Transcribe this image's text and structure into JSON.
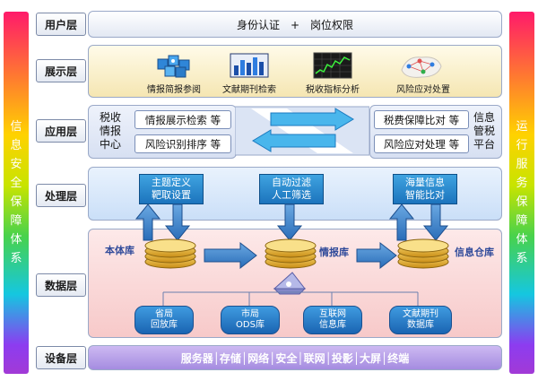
{
  "side_left": [
    "信",
    "息",
    "安",
    "全",
    "保",
    "障",
    "体",
    "系"
  ],
  "side_right": [
    "运",
    "行",
    "服",
    "务",
    "保",
    "障",
    "体",
    "系"
  ],
  "layers": {
    "user": "用户层",
    "display": "展示层",
    "application": "应用层",
    "processing": "处理层",
    "data": "数据层",
    "device": "设备层"
  },
  "user_band": {
    "text": "身份认证　+　岗位权限"
  },
  "display_items": [
    {
      "label": "情报简报参阅",
      "icon": "cubes-icon"
    },
    {
      "label": "文献期刊检索",
      "icon": "bar-chart-icon"
    },
    {
      "label": "税收指标分析",
      "icon": "line-chart-icon"
    },
    {
      "label": "风险应对处置",
      "icon": "network-map-icon"
    }
  ],
  "application": {
    "left_title": [
      "税收",
      "情报",
      "中心"
    ],
    "left_items": [
      "情报展示检索 等",
      "风险识别排序 等"
    ],
    "right_items": [
      "税费保障比对 等",
      "风险应对处理 等"
    ],
    "right_title": [
      "信息",
      "管税",
      "平台"
    ]
  },
  "processing_items": [
    [
      "主题定义",
      "靶取设置"
    ],
    [
      "自动过滤",
      "人工筛选"
    ],
    [
      "海量信息",
      "智能比对"
    ]
  ],
  "stores": [
    "本体库",
    "情报库",
    "信息仓库"
  ],
  "databases": [
    [
      "省局",
      "回放库"
    ],
    [
      "市局",
      "ODS库"
    ],
    [
      "互联网",
      "信息库"
    ],
    [
      "文献期刊",
      "数据库"
    ]
  ],
  "device_band": {
    "text": "服务器│存储│网络│安全│联网│投影│大屏│终端"
  },
  "colors": {
    "display_band": "#fbf2d2",
    "application_band": "#dfe7f6",
    "processing_band": "#dbe9fb",
    "data_band": "#fbdcdc",
    "device_band": "#b7a0e9"
  }
}
